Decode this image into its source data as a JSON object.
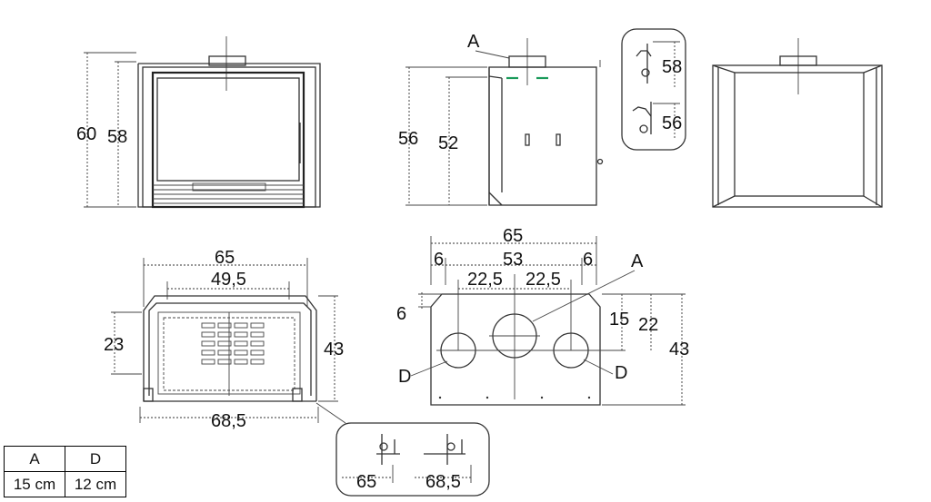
{
  "front_view": {
    "height_outer": "60",
    "height_inner": "58"
  },
  "side_view": {
    "label_a": "A",
    "height_outer": "56",
    "height_inner": "52"
  },
  "detail_top": {
    "dim_1": "58",
    "dim_2": "56"
  },
  "plan_view": {
    "width_top": "65",
    "width_inner": "49,5",
    "depth_side": "23",
    "depth": "43",
    "width_bottom": "68,5"
  },
  "top_view": {
    "width_total": "65",
    "margin_left": "6",
    "width_mid": "53",
    "margin_right": "6",
    "offset_left": "22,5",
    "offset_right": "22,5",
    "label_a": "A",
    "corner": "6",
    "dim_15": "15",
    "dim_22": "22",
    "depth": "43",
    "label_d_left": "D",
    "label_d_right": "D"
  },
  "detail_bottom": {
    "dim_1": "65",
    "dim_2": "68,5"
  },
  "legend": {
    "headers": [
      "A",
      "D"
    ],
    "values": [
      "15 cm",
      "12 cm"
    ]
  }
}
